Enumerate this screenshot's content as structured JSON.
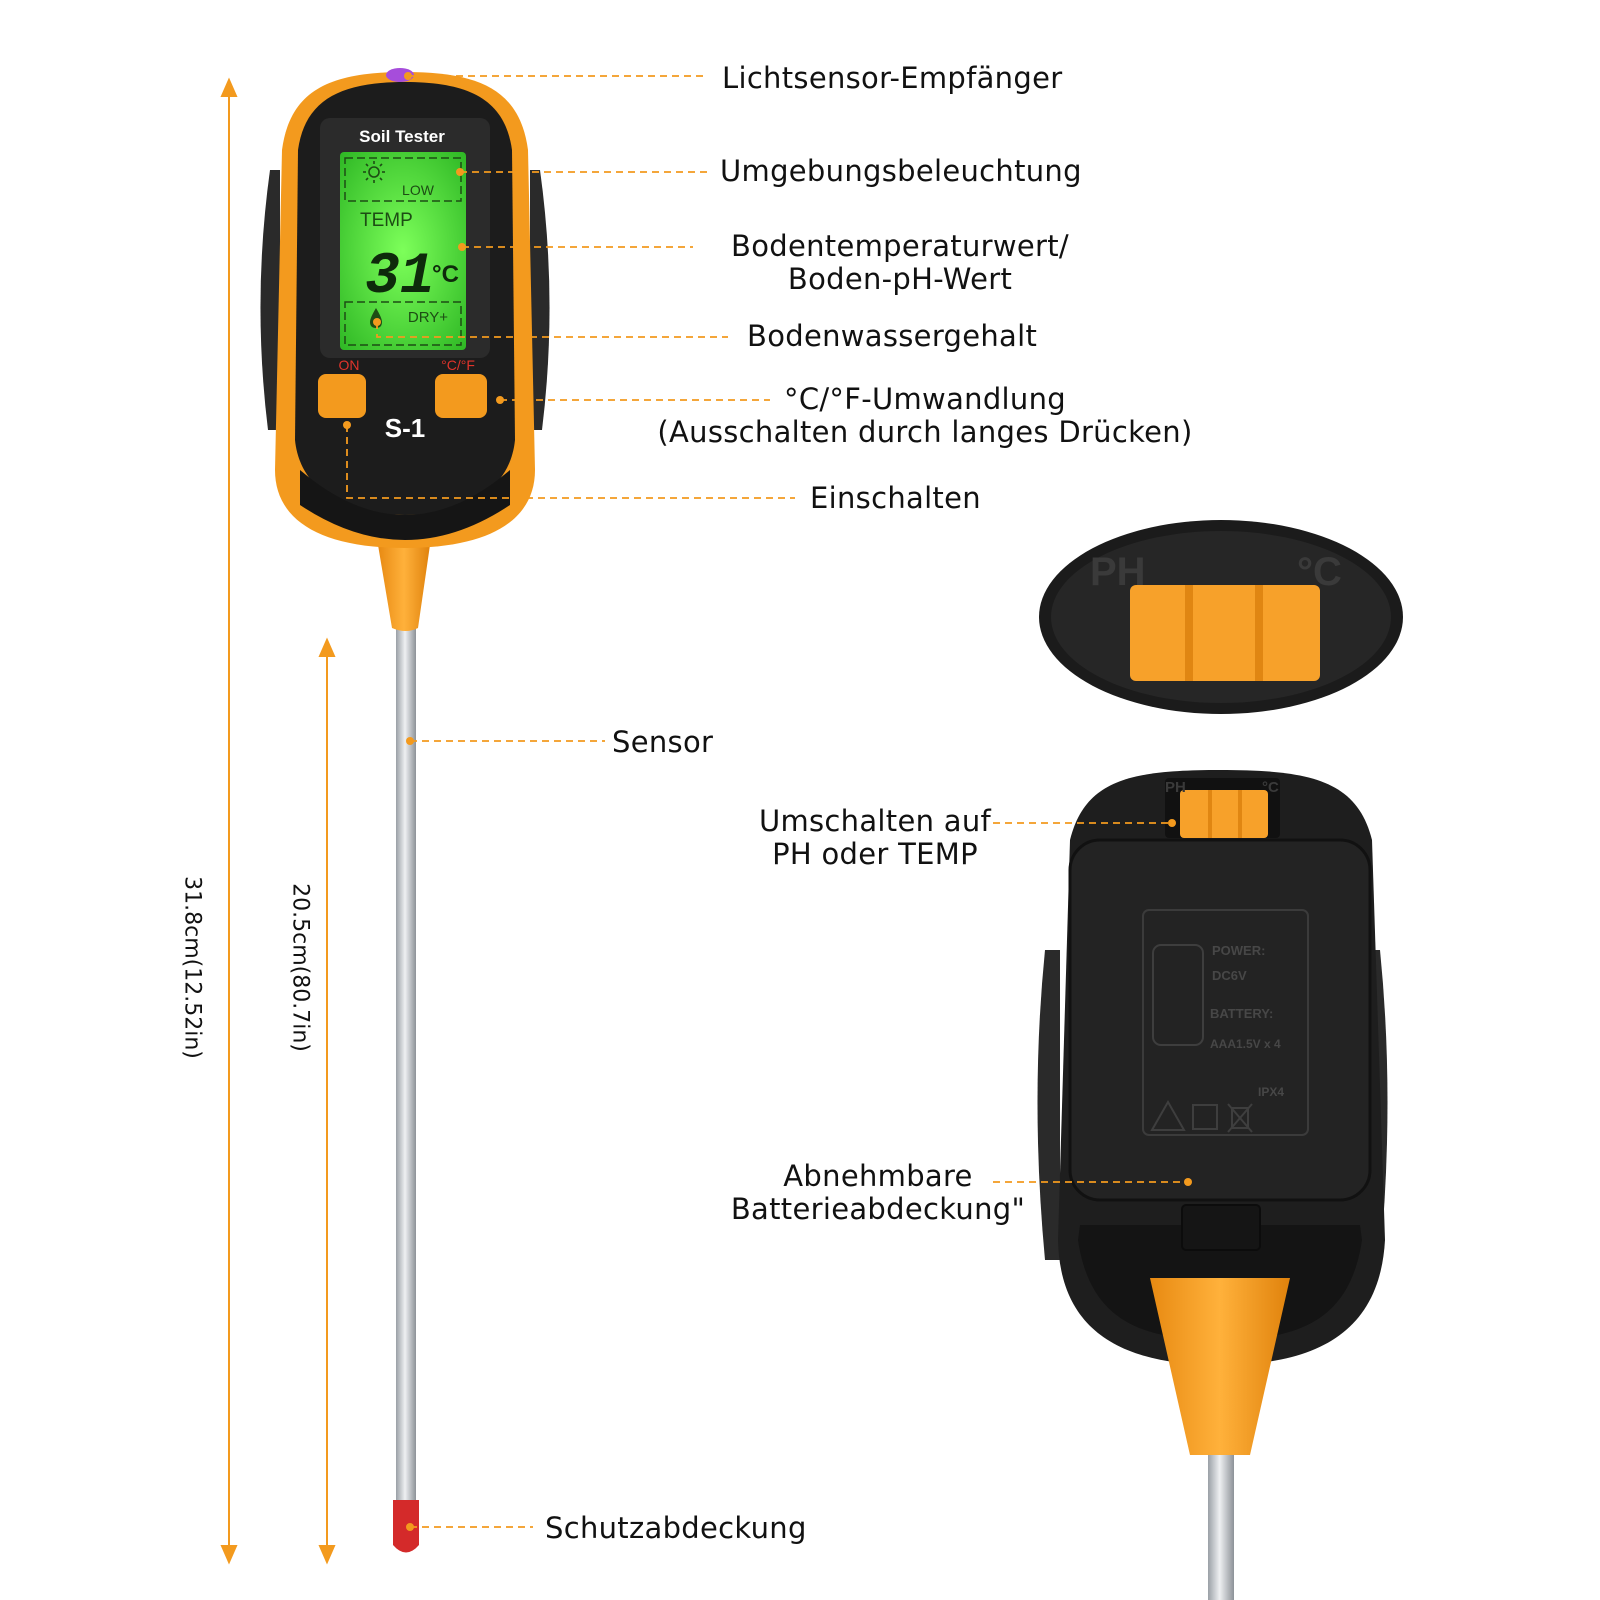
{
  "device": {
    "brand_label": "Soil Tester",
    "model": "S-1",
    "lcd": {
      "light_level": "LOW",
      "mode": "TEMP",
      "reading": "31",
      "unit": "°C",
      "moisture": "DRY+"
    },
    "buttons": {
      "on_label": "ON",
      "unit_label": "°C/°F"
    },
    "switch_labels": {
      "left": "PH",
      "right": "°C"
    },
    "back_panel": {
      "power_label": "POWER:",
      "power_value": "DC6V",
      "battery_label": "BATTERY:",
      "battery_value": "AAA1.5V x 4",
      "rating": "IPX4"
    }
  },
  "callouts": {
    "light_sensor": "Lichtsensor-Empfänger",
    "ambient_light": "Umgebungsbeleuchtung",
    "temp_value_line1": "Bodentemperaturwert/",
    "temp_value_line2": "Boden-pH-Wert",
    "water_content": "Bodenwassergehalt",
    "unit_switch_line1": "°C/°F-Umwandlung",
    "unit_switch_line2": "(Ausschalten durch langes Drücken)",
    "power_on": "Einschalten",
    "sensor": "Sensor",
    "switch_line1": "Umschalten auf",
    "switch_line2": "PH oder TEMP",
    "battery_line1": "Abnehmbare",
    "battery_line2": "Batterieabdeckung\"",
    "protective_cap": "Schutzabdeckung"
  },
  "dimensions": {
    "total_length": "31.8cm(12.52in)",
    "probe_length": "20.5cm(80.7in)"
  },
  "colors": {
    "accent": "#f39a1e",
    "body_black": "#1c1c1c",
    "lcd_green": "#39d22c",
    "probe_silver": "#c9cdd2",
    "cap_red": "#d42a2a"
  }
}
